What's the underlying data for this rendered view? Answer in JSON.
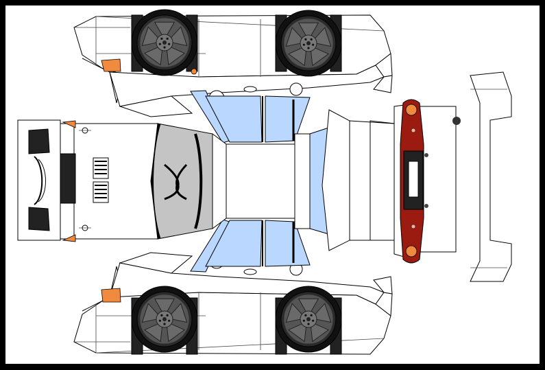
{
  "colors": {
    "background": "#000000",
    "paper": "#ffffff",
    "body": "#ffffff",
    "glass": "#b9d7ff",
    "wheel": "#555555",
    "tire": "#111111",
    "indicator": "#f08a3e",
    "tail_panel": "#9b1b10",
    "trim": "#c4c4c4"
  },
  "parts": [
    "car-side-top",
    "car-side-bottom",
    "car-roof",
    "car-hood",
    "car-trunk",
    "car-front-bumper",
    "car-rear-bumper",
    "car-windshield",
    "car-rear-window",
    "wheels"
  ],
  "icons": {
    "wheel": "wheel-icon",
    "mirror": "mirror-icon",
    "door-handle": "door-handle-icon",
    "grille": "grille-icon",
    "license-plate": "license-plate-icon"
  }
}
